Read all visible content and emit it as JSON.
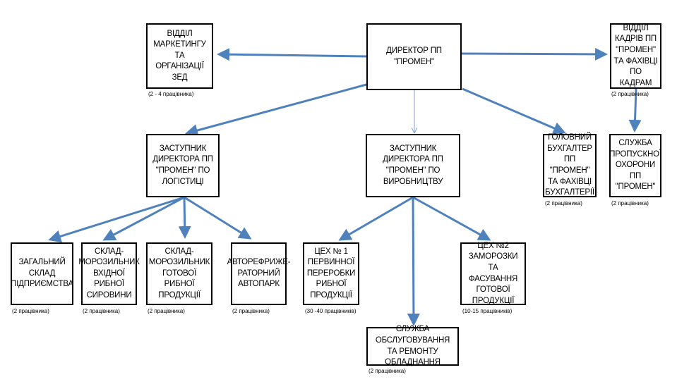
{
  "nodes": {
    "director": {
      "label": "ДИРЕКТОР ПП \"ПРОМЕН\""
    },
    "marketing": {
      "label": "ВІДДІЛ МАРКЕТИНГУ ТА ОРГАНІЗАЦІЇ ЗЕД",
      "note": "(2 - 4 працівника)"
    },
    "hr": {
      "label": "ВІДДІЛ КАДРІВ ПП \"ПРОМЕН\" ТА ФАХІВЦІ ПО КАДРАМ",
      "note": "(2 працівника)"
    },
    "deputy_logistics": {
      "label": "ЗАСТУПНИК ДИРЕКТОРА ПП \"ПРОМЕН\" ПО ЛОГІСТИЦІ"
    },
    "deputy_production": {
      "label": "ЗАСТУПНИК ДИРЕКТОРА ПП \"ПРОМЕН\" ПО ВИРОБНИЦТВУ"
    },
    "chief_accountant": {
      "label": "ГОЛОВНИЙ БУХГАЛТЕР ПП \"ПРОМЕН\" ТА ФАХІВЦІ БУХГАЛТЕРІЇ",
      "note": "(2 працівника)"
    },
    "security": {
      "label": "СЛУЖБА ПРОПУСКНОЇ ОХОРОНИ ПП \"ПРОМЕН\"",
      "note": "(2 працівника)"
    },
    "general_warehouse": {
      "label": "ЗАГАЛЬНИЙ СКЛАД ПІДПРИЄМСТВА",
      "note": "(2 працівника)"
    },
    "raw_freezer": {
      "label": "СКЛАД-МОРОЗИЛЬНИК ВХІДНОЇ РИБНОЇ СИРОВИНИ",
      "note": "(2 працівника)"
    },
    "finished_freezer": {
      "label": "СКЛАД-МОРОЗИЛЬНИК ГОТОВОЇ РИБНОЇ ПРОДУКЦІЇ",
      "note": "(2 працівника)"
    },
    "fleet": {
      "label": "АВТОРЕФРИЖЕ-РАТОРНИЙ АВТОПАРК",
      "note": "(2 працівника)"
    },
    "shop1": {
      "label": "ЦЕХ № 1 ПЕРВИННОЇ ПЕРЕРОБКИ РИБНОЇ ПРОДУКЦІЇ",
      "note": "(30 -40 працівників)"
    },
    "shop2": {
      "label": "ЦЕХ №2 ЗАМОРОЗКИ ТА ФАСУВАННЯ ГОТОВОЇ ПРОДУКЦІЇ",
      "note": "(10-15 працівників)"
    },
    "maintenance": {
      "label": "СЛУЖБА ОБСЛУГОВУВАННЯ ТА РЕМОНТУ ОБЛАДНАННЯ",
      "note": "(2 працівника)"
    }
  },
  "colors": {
    "arrow": "#4f81bd",
    "thin_arrow": "#7ea6d8",
    "border": "#000000"
  }
}
